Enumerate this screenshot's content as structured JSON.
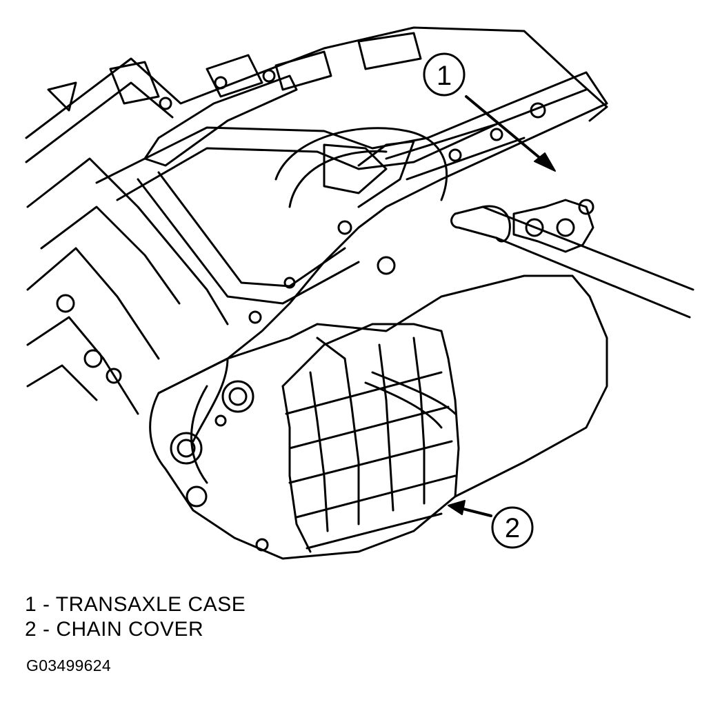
{
  "callouts": [
    {
      "number": "1"
    },
    {
      "number": "2"
    }
  ],
  "legend": [
    {
      "text": "1 - TRANSAXLE CASE"
    },
    {
      "text": "2 - CHAIN COVER"
    }
  ],
  "figure_id": "G03499624",
  "colors": {
    "ink": "#000000",
    "paper": "#ffffff"
  }
}
